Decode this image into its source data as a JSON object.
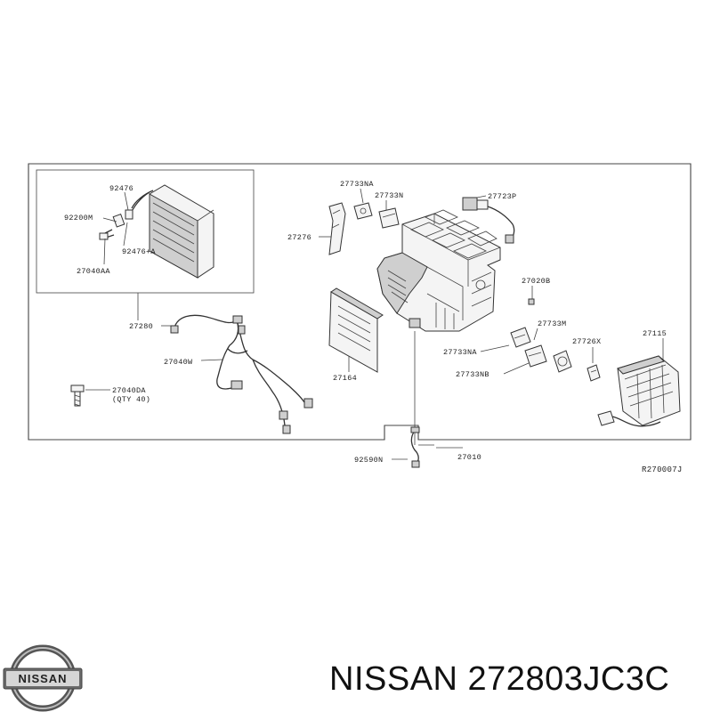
{
  "labels": {
    "l92476": "92476",
    "l92200m": "92200M",
    "l92476a": "92476+A",
    "l27040aa": "27040AA",
    "l27280": "27280",
    "l27040w": "27040W",
    "l27040da": "27040DA",
    "lqty": "(QTY 40)",
    "l27733na_top": "27733NA",
    "l27733n": "27733N",
    "l27723p": "27723P",
    "l27276": "27276",
    "l27020b": "27020B",
    "l27164": "27164",
    "l27733m": "27733M",
    "l27733na_mid": "27733NA",
    "l27726x": "27726X",
    "l27115": "27115",
    "l27733nb": "27733NB",
    "l92590n": "92590N",
    "l27010": "27010",
    "ref": "R270007J"
  },
  "brand": {
    "logo_text": "NISSAN",
    "caption": "NISSAN 272803JC3C"
  }
}
